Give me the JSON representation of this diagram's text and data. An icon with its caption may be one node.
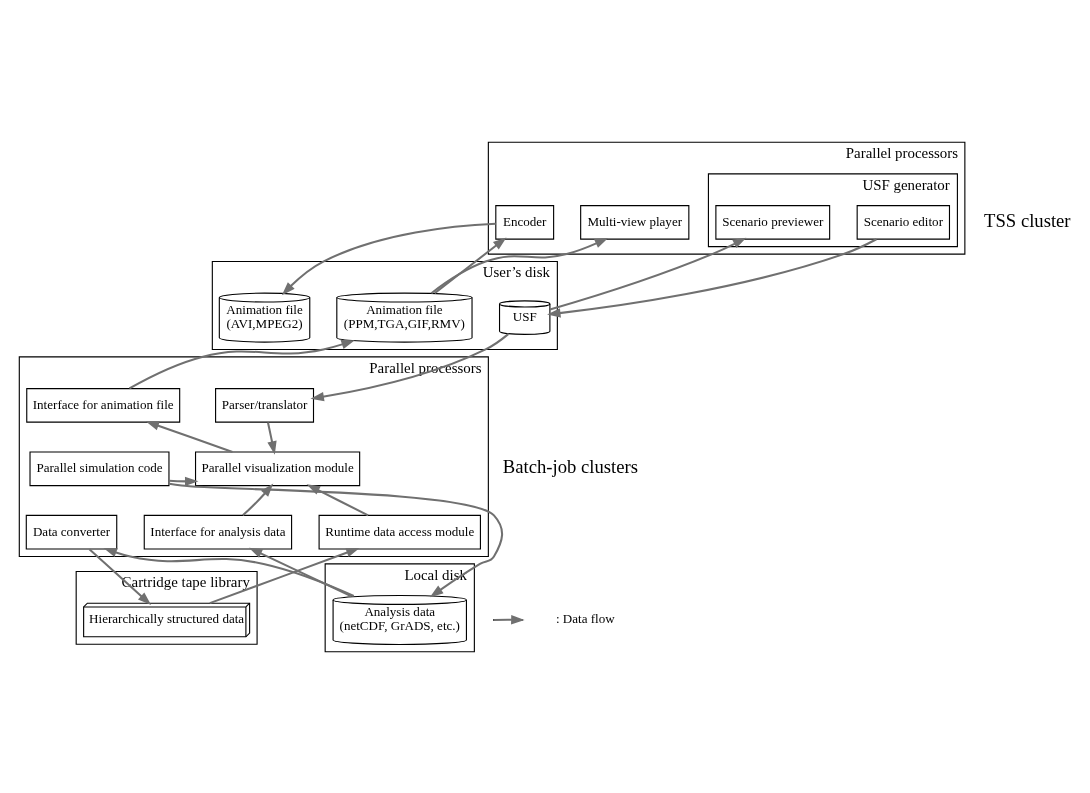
{
  "diagram": {
    "nodes": [
      {
        "text": [
          "Parallel processors"
        ]
      },
      {
        "text": [
          "USF generator"
        ],
        "in": 0
      },
      {
        "text": [
          "Scenario editor"
        ],
        "in": 1
      },
      {
        "text": [
          "Scenario previewer"
        ],
        "in": 1
      },
      {
        "text": [
          "Multi-view player"
        ],
        "in": 0
      },
      {
        "text": [
          "Encoder"
        ],
        "in": 0
      },
      {
        "text": [
          "User’s disk"
        ]
      },
      {
        "text": [
          "USF"
        ],
        "in": 6
      },
      {
        "text": [
          "Animation file",
          "(PPM,TGA,GIF,RMV)"
        ],
        "in": 6
      },
      {
        "text": [
          "Animation file",
          "(AVI,MPEG2)"
        ],
        "in": 6
      },
      {
        "text": [
          "Parallel processors"
        ]
      },
      {
        "text": [
          "Parser/translator"
        ],
        "in": 10
      },
      {
        "text": [
          "Interface for animation file"
        ],
        "in": 10
      },
      {
        "text": [
          "Parallel simulation code"
        ],
        "in": 10
      },
      {
        "text": [
          "Parallel visualization module"
        ],
        "in": 10
      },
      {
        "text": [
          "Interface for analysis data"
        ],
        "in": 10
      },
      {
        "text": [
          "Data converter"
        ],
        "in": 10
      },
      {
        "text": [
          "Runtime data access module"
        ],
        "in": 10
      },
      {
        "text": [
          "Local disk"
        ]
      },
      {
        "text": [
          "Analysis data",
          "(netCDF, GrADS, etc.)"
        ],
        "in": 18
      },
      {
        "text": [
          "Cartridge tape library"
        ]
      },
      {
        "text": [
          "Hierarchically structured data"
        ],
        "in": 20
      }
    ],
    "edges": [
      {
        "from": 2,
        "to": 7,
        "arrow": "to"
      },
      {
        "from": 7,
        "to": 3,
        "arrow": "to"
      },
      {
        "from": 8,
        "to": 4,
        "arrow": "to"
      },
      {
        "from": 8,
        "to": 5,
        "arrow": "to"
      },
      {
        "from": 5,
        "to": 9,
        "arrow": "to"
      },
      {
        "from": 7,
        "to": 11,
        "arrow": "to"
      },
      {
        "from": 12,
        "to": 8,
        "arrow": "to"
      },
      {
        "from": 14,
        "to": 12,
        "arrow": "to"
      },
      {
        "from": 11,
        "to": 14,
        "arrow": "to"
      },
      {
        "from": 13,
        "to": 14,
        "arrow": "to"
      },
      {
        "from": 15,
        "to": 14,
        "arrow": "to"
      },
      {
        "from": 13,
        "to": 19,
        "arrow": "to"
      },
      {
        "from": 19,
        "to": 15,
        "arrow": "to"
      },
      {
        "from": 19,
        "to": 16,
        "arrow": "to"
      },
      {
        "from": 16,
        "to": 21,
        "arrow": "to"
      },
      {
        "from": 21,
        "to": 17,
        "arrow": "to"
      },
      {
        "from": 17,
        "to": 14,
        "arrow": "to"
      }
    ],
    "labels": [
      "TSS cluster",
      "Batch-job clusters"
    ],
    "legend": [
      {
        "text": ": Data flow"
      }
    ]
  }
}
